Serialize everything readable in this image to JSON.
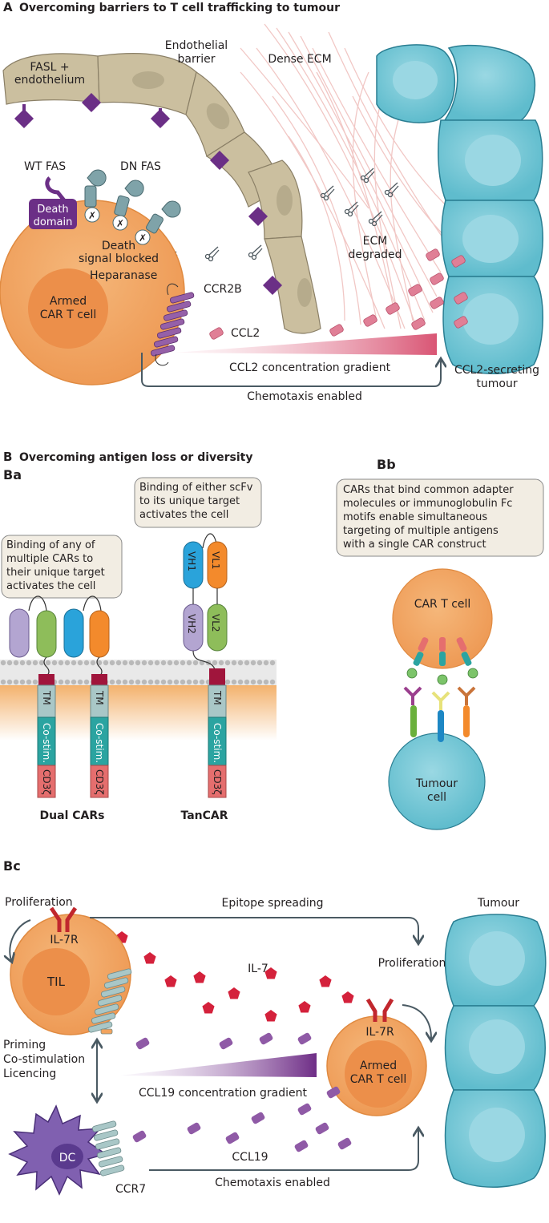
{
  "panel_a": {
    "letter": "A",
    "title": "Overcoming barriers to T cell trafficking to tumour",
    "labels": {
      "fasl_1": "FASL +",
      "fasl_2": "endothelium",
      "endo_1": "Endothelial",
      "endo_2": "barrier",
      "dense_ecm": "Dense ECM",
      "wt_fas": "WT FAS",
      "dn_fas": "DN FAS",
      "death_1": "Death",
      "death_2": "domain",
      "blocked_1": "Death",
      "blocked_2": "signal blocked",
      "heparanase": "Heparanase",
      "ccr2b": "CCR2B",
      "armed_1": "Armed",
      "armed_2": "CAR T cell",
      "ecm_deg_1": "ECM",
      "ecm_deg_2": "degraded",
      "ccl2": "CCL2",
      "gradient": "CCL2 concentration gradient",
      "secreting_1": "CCL2-secreting",
      "secreting_2": "tumour",
      "chemotaxis": "Chemotaxis enabled",
      "blocked_mark": "✗"
    }
  },
  "panel_b": {
    "letter": "B",
    "title": "Overcoming antigen loss or diversity",
    "ba": {
      "label": "Ba",
      "box1": [
        "Binding of any of",
        "multiple CARs to",
        "their unique target",
        "activates the cell"
      ],
      "box2": [
        "Binding of either scFv",
        "to its unique target",
        "activates the cell"
      ],
      "tm": "TM",
      "costim": "Co-stim.",
      "cd3": "CD3ζ",
      "vh1": "VH1",
      "vh2": "VH2",
      "vl1": "VL1",
      "vl2": "VL2",
      "dual": "Dual CARs",
      "tancar": "TanCAR"
    },
    "bb": {
      "label": "Bb",
      "box": [
        "CARs that bind common adapter",
        "molecules or immunoglobulin Fc",
        "motifs  enable simultaneous",
        "targeting of multiple antigens",
        "with a single CAR construct"
      ],
      "car_t": "CAR T cell",
      "tumour_1": "Tumour",
      "tumour_2": "cell"
    },
    "bc": {
      "label": "Bc",
      "proliferation_left": "Proliferation",
      "epitope": "Epitope spreading",
      "tumour": "Tumour",
      "il7r_left": "IL-7R",
      "til": "TIL",
      "il7": "IL-7",
      "proliferation_right": "Proliferation",
      "il7r_right": "IL-7R",
      "armed_1": "Armed",
      "armed_2": "CAR T cell",
      "priming": "Priming",
      "costim": "Co-stimulation",
      "licencing": "Licencing",
      "gradient": "CCL19 concentration gradient",
      "ccl19": "CCL19",
      "dc": "DC",
      "ccr7": "CCR7",
      "chemotaxis": "Chemotaxis enabled"
    }
  },
  "colors": {
    "orange_cell": "#f2a35e",
    "tumour_blue": "#7ccbd8",
    "endothelium": "#cbbf9f",
    "fasl_purple": "#6b2f86",
    "ccl2_pink": "#e07f96",
    "il7_red": "#d4213b",
    "ccl19_purple": "#8f5aa6",
    "dc_purple": "#8060b0"
  }
}
